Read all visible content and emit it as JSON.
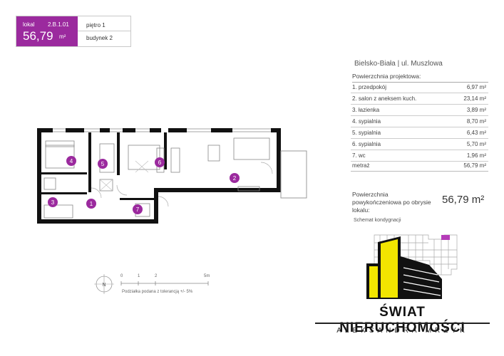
{
  "header": {
    "lokal_label": "lokal",
    "code": "2.B.1.01",
    "area_value": "56,79",
    "area_unit": "m²",
    "floor": "piętro 1",
    "building": "budynek 2"
  },
  "location": "Bielsko-Biała | ul. Muszlowa",
  "table": {
    "title": "Powierzchnia projektowa:",
    "rows": [
      {
        "name": "1. przedpokój",
        "value": "6,97 m²"
      },
      {
        "name": "2. salon z aneksem kuch.",
        "value": "23,14 m²"
      },
      {
        "name": "3. łazienka",
        "value": "3,89 m²"
      },
      {
        "name": "4. sypialnia",
        "value": "8,70 m²"
      },
      {
        "name": "5. sypialnia",
        "value": "6,43 m²"
      },
      {
        "name": "6. sypialnia",
        "value": "5,70 m²"
      },
      {
        "name": "7. wc",
        "value": "1,96 m²"
      }
    ],
    "total": {
      "name": "metraż",
      "value": "56,79 m²"
    }
  },
  "usable_area": {
    "label": "Powierzchnia powykończeniowa po obrysie lokalu:",
    "value": "56,79 m²"
  },
  "scheme_label": "Schemat kondygnacji",
  "plan": {
    "room_labels": [
      "1",
      "2",
      "3",
      "4",
      "5",
      "6",
      "7"
    ],
    "accent_color": "#9b2a9e"
  },
  "scale": {
    "compass": "N",
    "ticks": [
      "0",
      "1",
      "2",
      "5m"
    ],
    "note": "Podziałka podana z tolerancją +/- 5%"
  },
  "brand": {
    "line1": "ŚWIAT NIERUCHOMOŚCI",
    "line2": "ALEKSANDRA MRZYK",
    "logo_color": "#f2e500"
  }
}
